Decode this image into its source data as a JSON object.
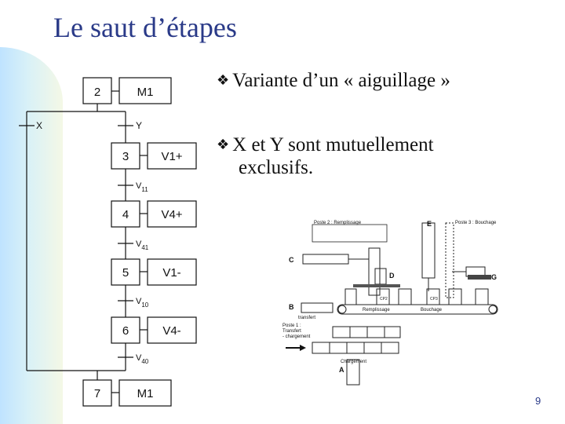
{
  "slide": {
    "title": "Le saut d’étapes",
    "page_number": "9"
  },
  "bullets": {
    "b1": "Variante d’un « aiguillage »",
    "b2_line1": "X et Y sont mutuellement",
    "b2_line2": "exclusifs.",
    "mark": "❖"
  },
  "grafcet": {
    "steps": [
      {
        "num": "2",
        "action": "M1"
      },
      {
        "num": "3",
        "action": "V1+"
      },
      {
        "num": "4",
        "action": "V4+"
      },
      {
        "num": "5",
        "action": "V1-"
      },
      {
        "num": "6",
        "action": "V4-"
      },
      {
        "num": "7",
        "action": "M1"
      }
    ],
    "transitions": {
      "x": "X",
      "y": "Y",
      "v11_base": "V",
      "v11_sub": "11",
      "v41_base": "V",
      "v41_sub": "41",
      "v10_base": "V",
      "v10_sub": "10",
      "v40_base": "V",
      "v40_sub": "40"
    }
  },
  "machine": {
    "poste2": "Poste 2 : Remplissage",
    "poste3": "Poste 3 : Bouchage",
    "poste1_l1": "Poste 1 :",
    "poste1_l2": "Transfert",
    "poste1_l3": "- chargement",
    "remplissage": "Remplissage",
    "bouchage": "Bouchage",
    "transfert": "transfert",
    "chargement": "Chargement",
    "lbl_A": "A",
    "lbl_B": "B",
    "lbl_C": "C",
    "lbl_D": "D",
    "lbl_E": "E",
    "lbl_G": "G",
    "cp2": "CP2",
    "cp3": "CP3"
  }
}
